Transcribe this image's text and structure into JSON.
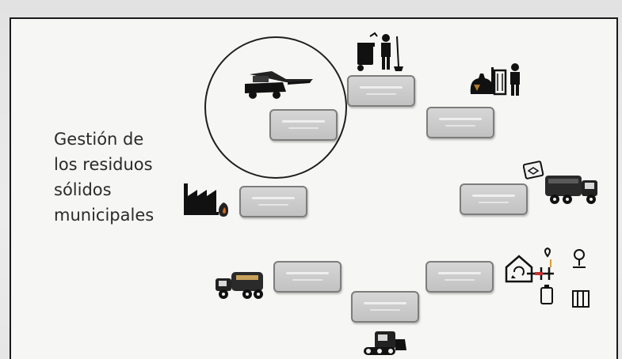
{
  "diagram": {
    "title_lines": [
      "Gestión de",
      "los residuos",
      "sólidos",
      "municipales"
    ],
    "highlighted_stage": "collection-vehicle",
    "stages": [
      {
        "name": "top-center",
        "label": ""
      },
      {
        "name": "top-left-highlighted",
        "label": ""
      },
      {
        "name": "top-right",
        "label": ""
      },
      {
        "name": "middle-left",
        "label": ""
      },
      {
        "name": "middle-right",
        "label": ""
      },
      {
        "name": "bottom-left",
        "label": ""
      },
      {
        "name": "bottom-center",
        "label": ""
      },
      {
        "name": "bottom-right",
        "label": ""
      }
    ],
    "icons": [
      "street-cleaning-icon",
      "waste-bag-bin-icon",
      "garbage-truck-icon",
      "waste-transfer-truck-icon",
      "bulldozer-icon",
      "recycling-house-icon",
      "landfill-icon",
      "industry-icon",
      "collection-vehicle-icon"
    ]
  },
  "colors": {
    "ink": "#1a1a1a",
    "box_fill": "#c8c8c8",
    "box_border": "#7d7d7d",
    "slide_bg": "#f6f6f4"
  }
}
